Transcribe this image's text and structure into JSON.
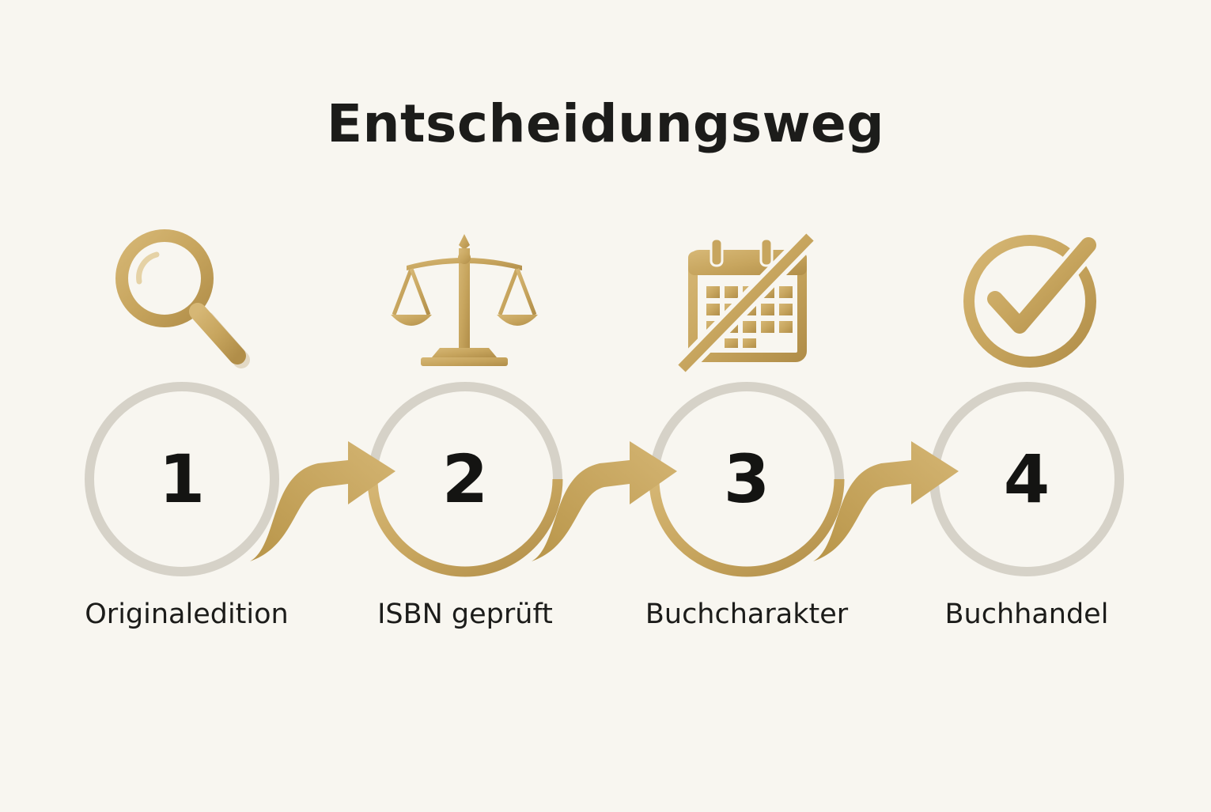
{
  "title": "Entscheidungsweg",
  "colors": {
    "background": "#f8f6f0",
    "gold": "#c7a55e",
    "ring_gray": "#d6d2c8",
    "text": "#1c1c1a"
  },
  "steps": [
    {
      "number": "1",
      "label": "Originaledition",
      "icon": "magnifying-glass-icon",
      "ring": "gray"
    },
    {
      "number": "2",
      "label": "ISBN geprüft",
      "icon": "balance-scale-icon",
      "ring": "gold-bottom"
    },
    {
      "number": "3",
      "label": "Buchcharakter",
      "icon": "calendar-crossed-icon",
      "ring": "gold-bottom"
    },
    {
      "number": "4",
      "label": "Buchhandel",
      "icon": "checkmark-circle-icon",
      "ring": "gray"
    }
  ],
  "connectors": [
    "arrow-right",
    "arrow-right",
    "arrow-right"
  ]
}
